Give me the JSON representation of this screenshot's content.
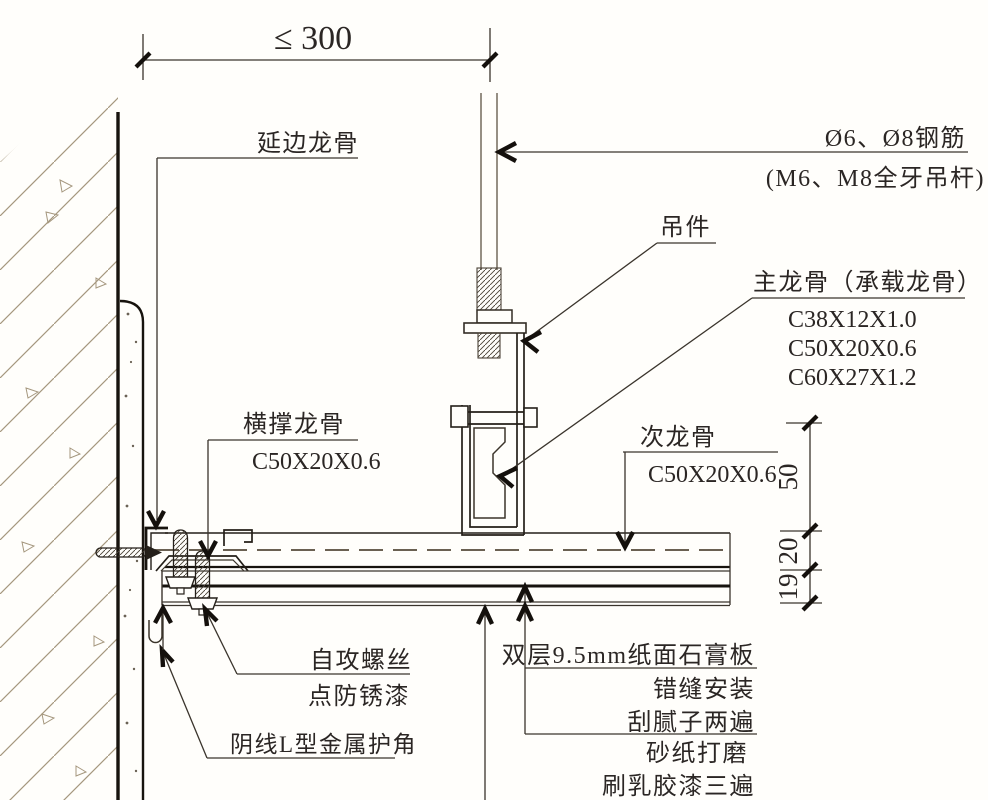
{
  "drawing": {
    "type": "ceiling-suspension-construction-detail",
    "dims": {
      "top": "≤ 300",
      "right": [
        "50",
        "20",
        "19"
      ]
    },
    "labels": {
      "edge_runner": "延边龙骨",
      "steel_rod_line1": "Ø6、Ø8钢筋",
      "steel_rod_line2": "(M6、M8全牙吊杆)",
      "hanger": "吊件",
      "main_runner_title": "主龙骨（承载龙骨）",
      "main_runner_specs": [
        "C38X12X1.0",
        "C50X20X0.6",
        "C60X27X1.2"
      ],
      "cross_brace_title": "横撑龙骨",
      "cross_brace_spec": "C50X20X0.6",
      "secondary_runner_title": "次龙骨",
      "secondary_runner_spec": "C50X20X0.6",
      "screw_line1": "自攻螺丝",
      "screw_line2": "点防锈漆",
      "corner_bead": "阴线L型金属护角",
      "board": "双层9.5mm纸面石膏板",
      "board_note": "错缝安装",
      "putty": "刮腻子两遍",
      "sanding": "砂纸打磨",
      "paint": "刷乳胶漆三遍"
    },
    "colors": {
      "paper": "#fffefb",
      "line_dark": "#17130e",
      "line_thin": "#3a342c",
      "hatch": "#a5977e"
    }
  }
}
